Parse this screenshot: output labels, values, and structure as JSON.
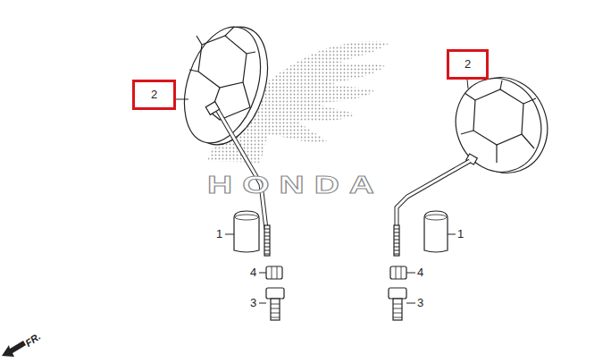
{
  "diagram": {
    "nodes": [
      {
        "text": [
          "2"
        ]
      },
      {
        "text": [
          "2"
        ]
      }
    ],
    "labels": [
      "HONDA",
      "1",
      "4",
      "3",
      "1",
      "4",
      "3",
      "FR."
    ]
  }
}
